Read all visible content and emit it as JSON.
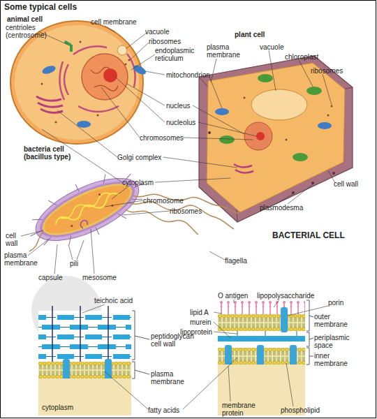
{
  "diagram": {
    "title": "Some typical cells",
    "labels": [
      "animal cell",
      "centrioles (centrosome)",
      "cell membrane",
      "vacuole",
      "ribosomes",
      "endoplasmic reticulum",
      "plant cell",
      "plasma membrane",
      "vacuole",
      "chloroplast",
      "ribosomes",
      "mitochondrion",
      "nucleus",
      "nucleolus",
      "chromosomes",
      "Golgi complex",
      "cytoplasm",
      "cell wall",
      "plasmodesma",
      "bacteria cell (bacillus type)",
      "chromosome",
      "ribosomes",
      "cell wall",
      "plasma membrane",
      "pili",
      "capsule",
      "mesosome",
      "flagella",
      "BACTERIAL CELL",
      "teichoic acid",
      "peptidoglycan cell wall",
      "plasma membrane",
      "cytoplasm",
      "fatty acids",
      "O antigen",
      "lipopolysaccharide",
      "porin",
      "lipid A",
      "murein",
      "lipoprotein",
      "outer membrane",
      "periplasmic space",
      "inner membrane",
      "membrane protein",
      "phospholipid"
    ]
  }
}
